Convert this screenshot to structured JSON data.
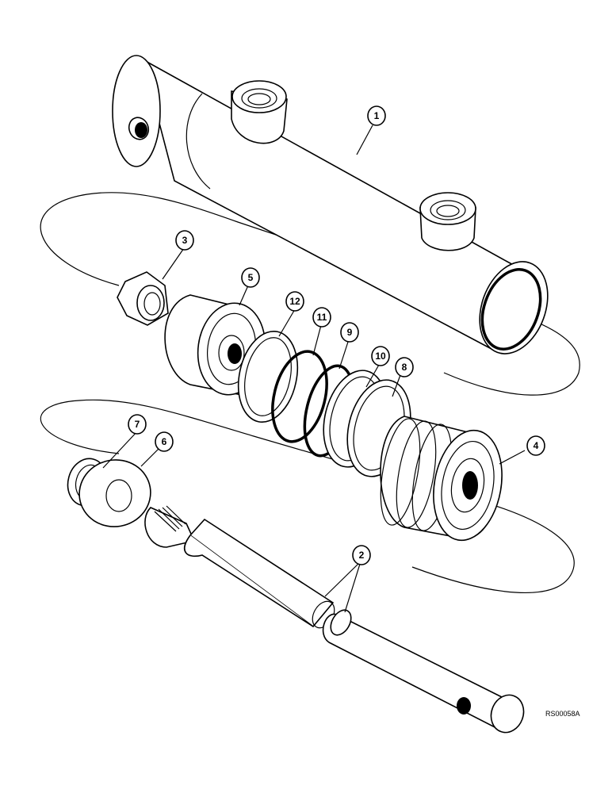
{
  "reference_code": "RS00058A",
  "callouts": {
    "c1": "1",
    "c2": "2",
    "c3": "3",
    "c4": "4",
    "c5": "5",
    "c6": "6",
    "c7": "7",
    "c8": "8",
    "c9": "9",
    "c10": "10",
    "c11": "11",
    "c12": "12"
  },
  "colors": {
    "ink": "#000000",
    "paper": "#ffffff"
  }
}
